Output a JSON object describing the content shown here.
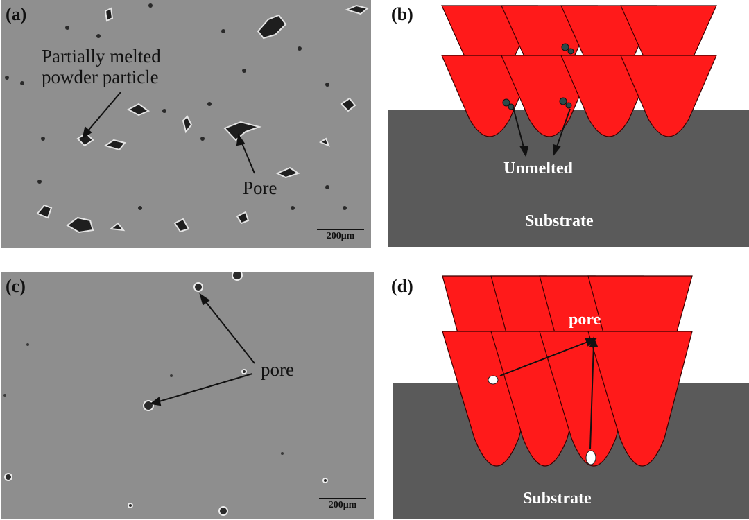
{
  "panel_a": {
    "label": "(a)",
    "annotation_partially_melted": "Partially melted powder particle",
    "annotation_pore": "Pore",
    "scale_bar": "200μm"
  },
  "panel_b": {
    "label": "(b)",
    "annotation_unmelted": "Unmelted",
    "annotation_substrate": "Substrate"
  },
  "panel_c": {
    "label": "(c)",
    "annotation_pore": "pore",
    "scale_bar": "200μm"
  },
  "panel_d": {
    "label": "(d)",
    "annotation_pore": "pore",
    "annotation_substrate": "Substrate"
  },
  "colors": {
    "melt_track": "#ff1a1a",
    "substrate": "#5a5a5a",
    "sem_background_a": "#8f8f8f",
    "sem_background_c": "#8e8e8e"
  }
}
